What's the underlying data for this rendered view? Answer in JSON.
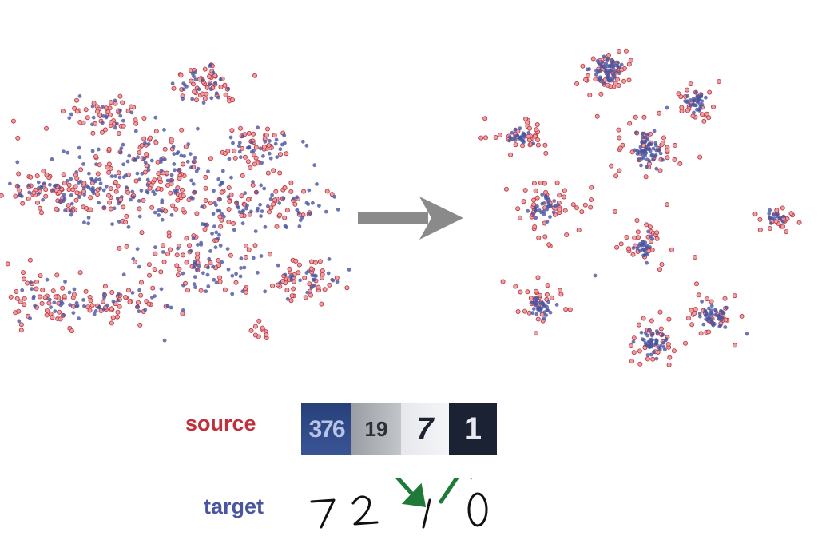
{
  "labels": {
    "source": "source",
    "target": "target"
  },
  "colors": {
    "source": "#c0303a",
    "target": "#4a55a0",
    "arrow": "#8a8a8a",
    "mapping_arrow": "#1f7a3a"
  },
  "source_digits": [
    "376",
    "19",
    "7",
    "1"
  ],
  "target_digits": [
    "7",
    "2",
    "1",
    "0"
  ]
}
